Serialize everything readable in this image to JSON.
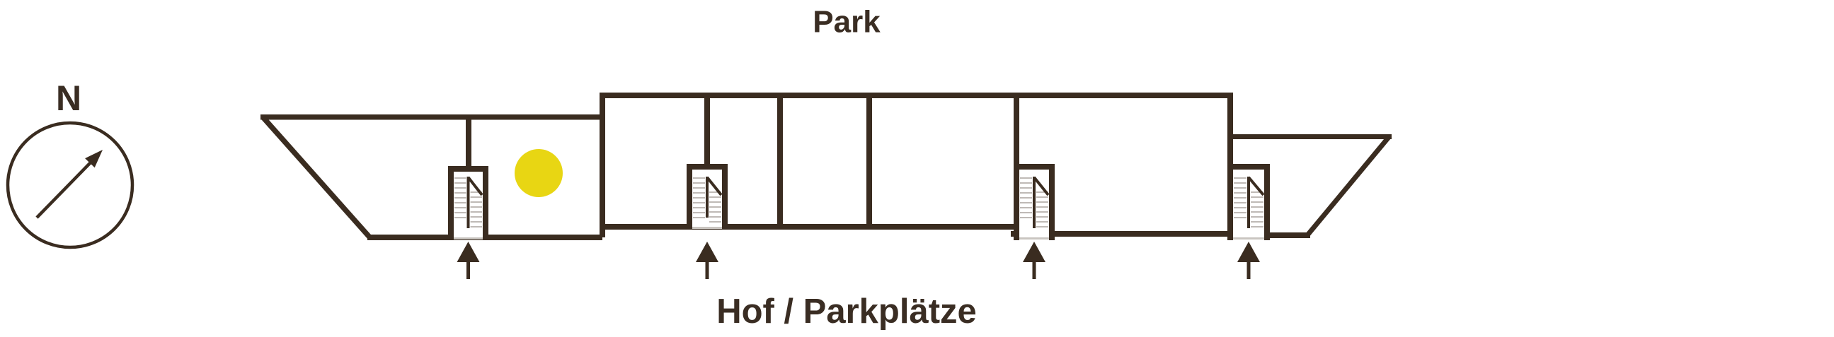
{
  "labels": {
    "top_area": "Park",
    "bottom_area": "Hof / Parkplätze",
    "compass_north": "N"
  },
  "colors": {
    "wall": "#3a2c20",
    "text": "#3a2d23",
    "highlight_dot": "#e8d613",
    "stair_tread": "#aaa49d",
    "threshold": "#c9c5c0",
    "background": "#ffffff"
  },
  "plan": {
    "type": "building-site-plan",
    "stairwell_count": 4,
    "entrance_arrow_count": 4,
    "highlight_marker": "yellow-dot-room-2-left-wing",
    "compass_direction": "north-east-arrow"
  }
}
